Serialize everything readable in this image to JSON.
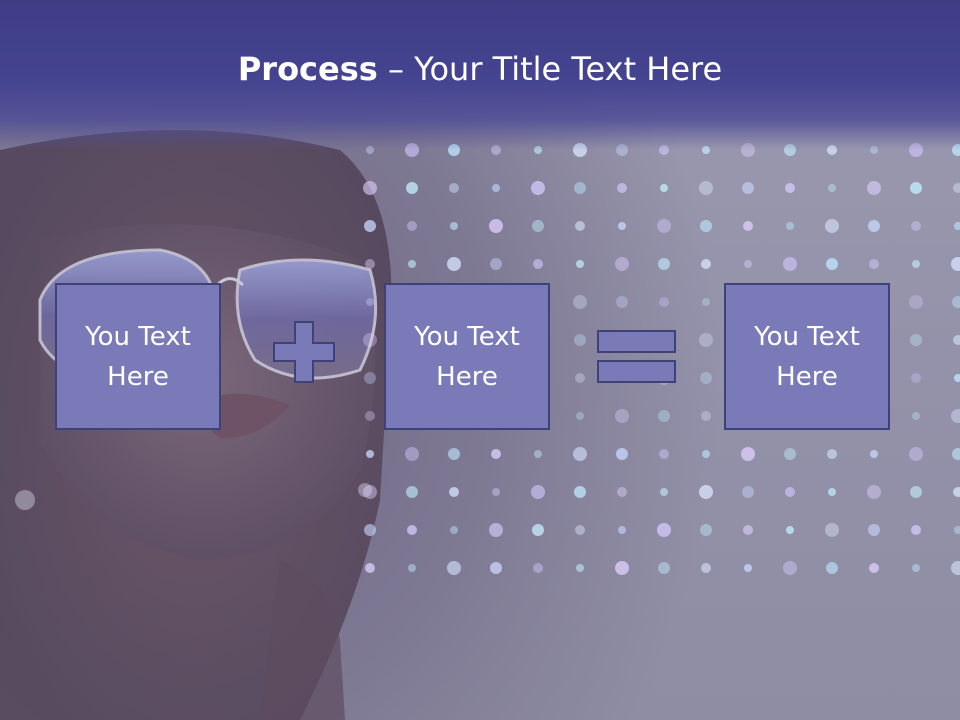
{
  "slide": {
    "title_bold": "Process",
    "title_separator": " – ",
    "title_rest": "Your Title Text Here",
    "boxes": [
      {
        "text": "You Text Here"
      },
      {
        "text": "You Text Here"
      },
      {
        "text": "You Text Here"
      }
    ],
    "operators": [
      "plus",
      "equals"
    ]
  },
  "colors": {
    "title_bar": "#454490",
    "box_fill": "#7a7ab8",
    "box_border": "#3f4277",
    "operator_fill": "#7a7ab8"
  }
}
